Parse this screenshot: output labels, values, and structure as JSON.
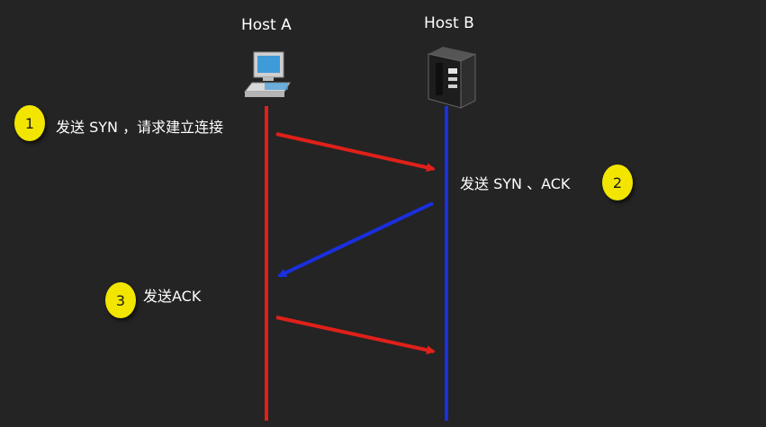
{
  "hosts": {
    "a": {
      "label": "Host A",
      "icon": "desktop-computer-icon"
    },
    "b": {
      "label": "Host B",
      "icon": "server-tower-icon"
    }
  },
  "steps": [
    {
      "number": "1",
      "text": "发送 SYN ，请求建立连接",
      "direction": "A to B"
    },
    {
      "number": "2",
      "text": "发送 SYN 、ACK",
      "direction": "B to A"
    },
    {
      "number": "3",
      "text": "发送ACK",
      "direction": "A to B"
    }
  ],
  "colors": {
    "background": "#242424",
    "host_a_line": "#e0201a",
    "host_b_line": "#1a2fe0",
    "badge": "#f2e600"
  }
}
